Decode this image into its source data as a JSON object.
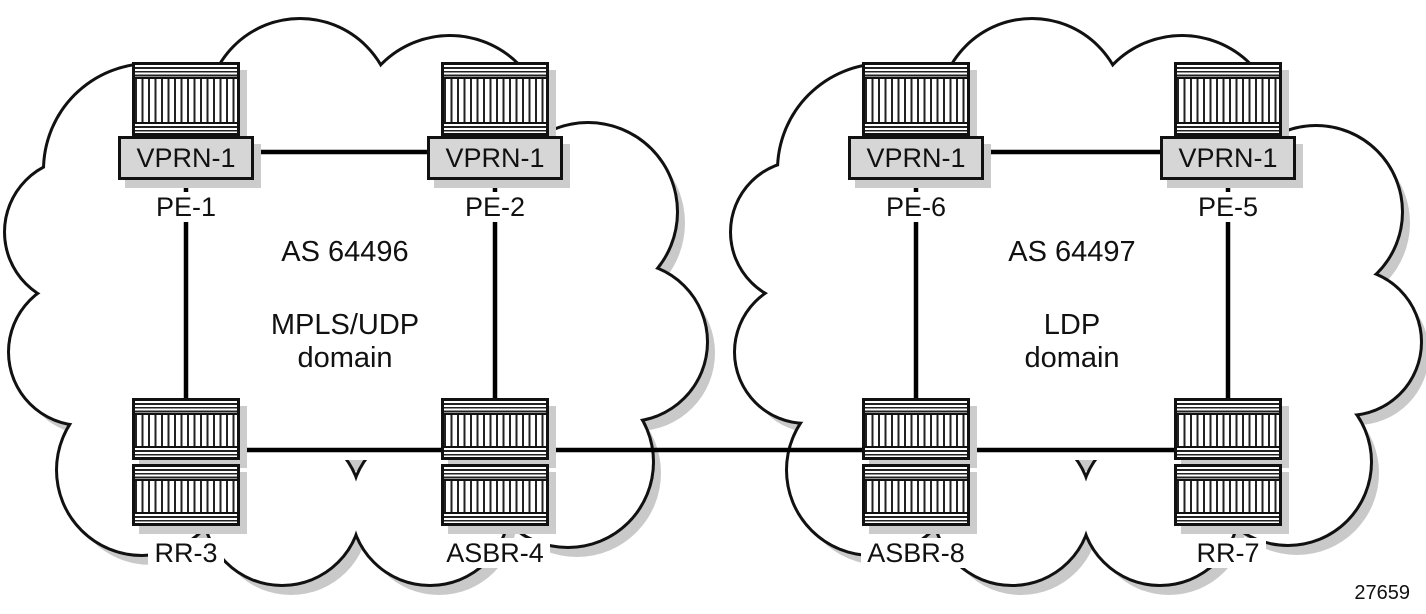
{
  "figure": {
    "number": "27659"
  },
  "domains": {
    "left": {
      "as_label": "AS 64496",
      "name_line1": "MPLS/UDP",
      "name_line2": "domain"
    },
    "right": {
      "as_label": "AS 64497",
      "name_line1": "LDP",
      "name_line2": "domain"
    }
  },
  "nodes": {
    "pe1": {
      "label": "PE-1",
      "service": "VPRN-1"
    },
    "pe2": {
      "label": "PE-2",
      "service": "VPRN-1"
    },
    "rr3": {
      "label": "RR-3"
    },
    "asbr4": {
      "label": "ASBR-4"
    },
    "pe6": {
      "label": "PE-6",
      "service": "VPRN-1"
    },
    "pe5": {
      "label": "PE-5",
      "service": "VPRN-1"
    },
    "asbr8": {
      "label": "ASBR-8"
    },
    "rr7": {
      "label": "RR-7"
    }
  }
}
